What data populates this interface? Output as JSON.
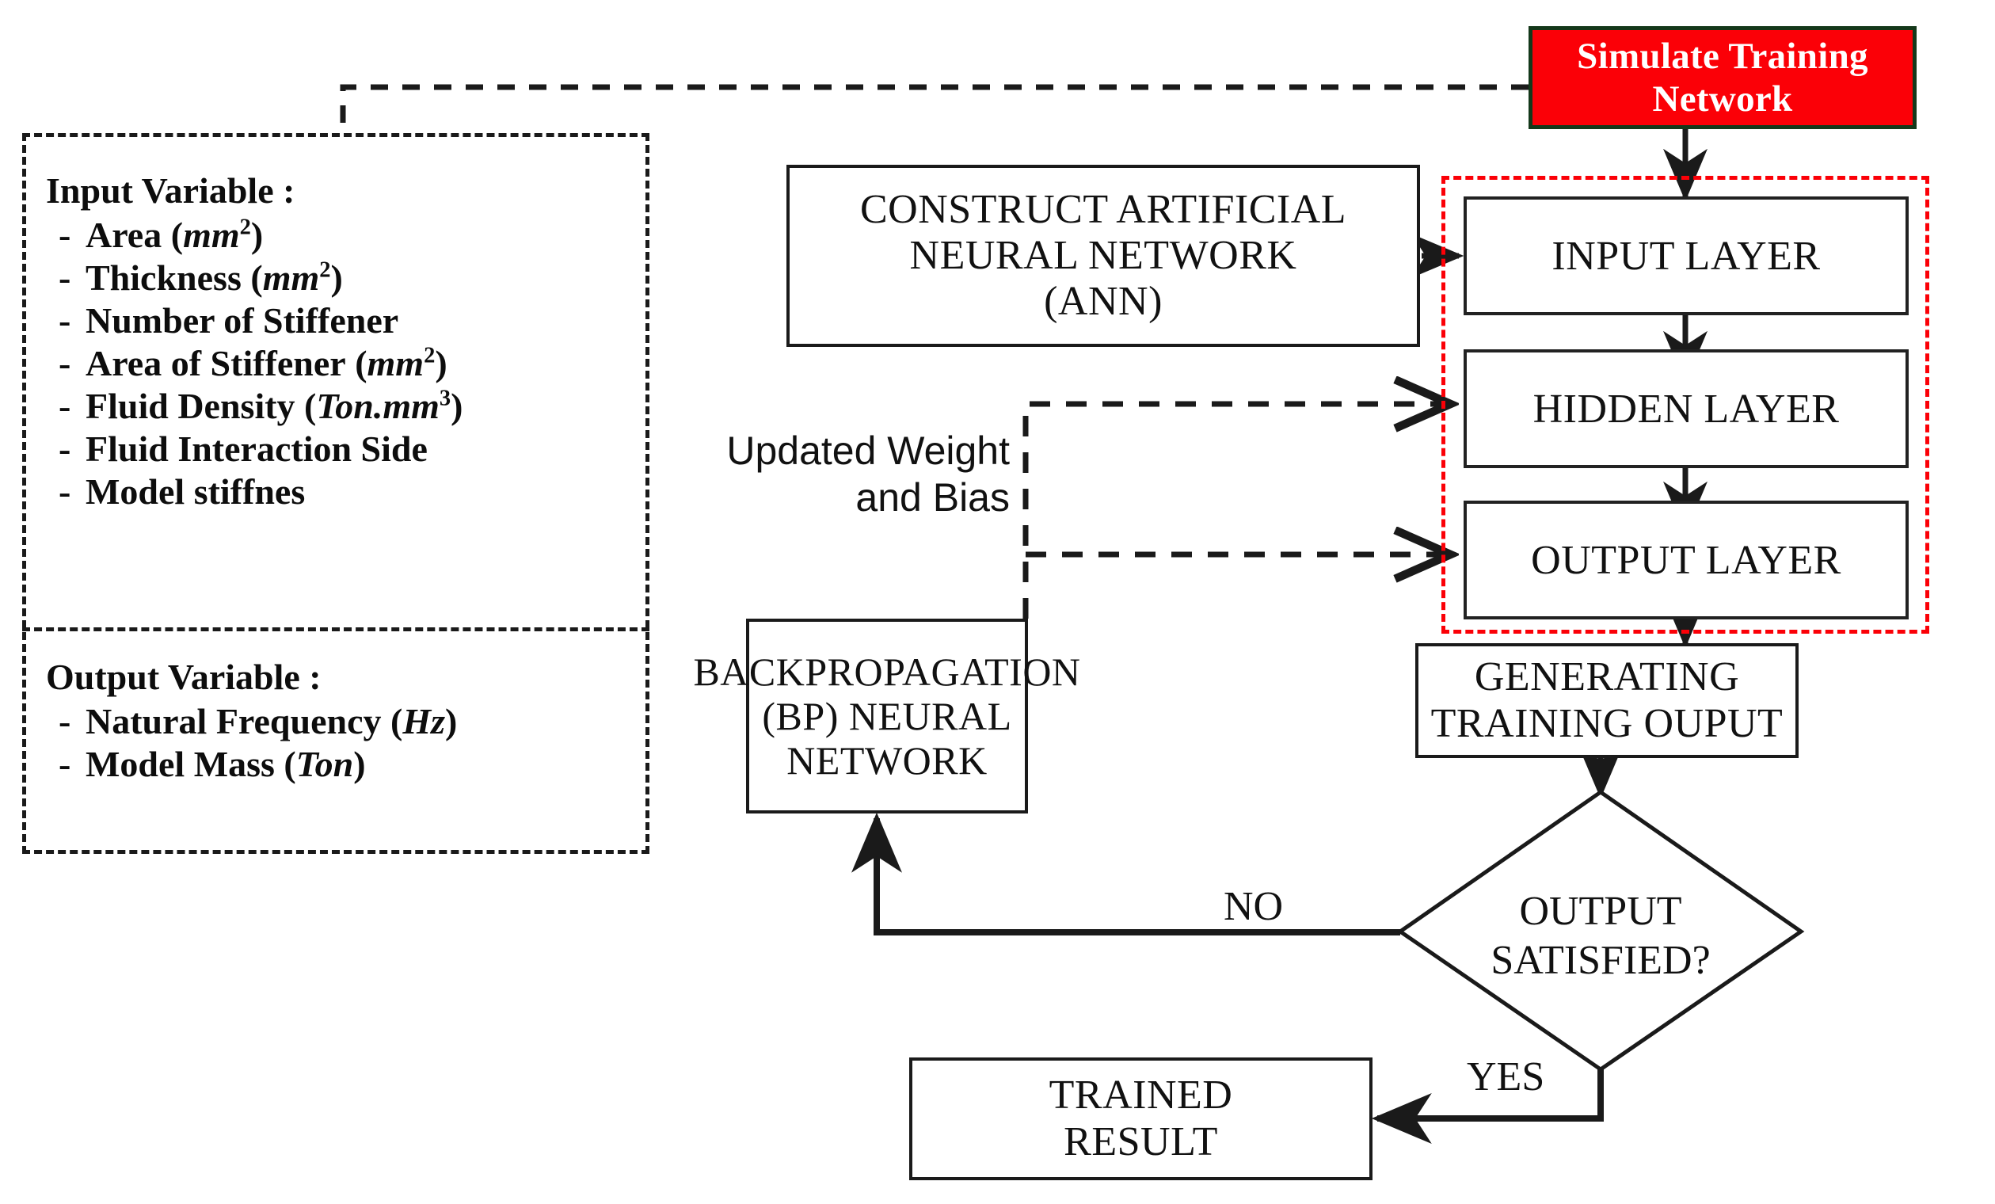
{
  "figure": {
    "type": "flowchart",
    "title": "Artificial Neural Network training flowchart"
  },
  "variables_panel": {
    "input_heading": "Input Variable :",
    "output_heading": "Output Variable :",
    "bullet": "-",
    "input_items": [
      {
        "name": "Area",
        "unit": "mm",
        "exponent": "2",
        "paren": true
      },
      {
        "name": "Thickness",
        "unit": "mm",
        "exponent": "2",
        "paren": true
      },
      {
        "name": "Number of Stiffener",
        "unit": "",
        "exponent": "",
        "paren": false
      },
      {
        "name": "Area of Stiffener",
        "unit": "mm",
        "exponent": "2",
        "paren": true
      },
      {
        "name": "Fluid Density",
        "unit": "Ton.mm",
        "exponent": "3",
        "paren": true
      },
      {
        "name": "Fluid Interaction Side",
        "unit": "",
        "exponent": "",
        "paren": false
      },
      {
        "name": "Model stiffnes",
        "unit": "",
        "exponent": "",
        "paren": false
      }
    ],
    "output_items": [
      {
        "name": "Natural Frequency",
        "unit": "Hz",
        "exponent": "",
        "paren": true
      },
      {
        "name": "Model Mass",
        "unit": "Ton",
        "exponent": "",
        "paren": true
      }
    ]
  },
  "nodes": {
    "simulate": {
      "label": "Simulate Training\nNetwork",
      "fill": "#fb0007",
      "text_color": "#ffffff",
      "border_color": "#14381a"
    },
    "construct_ann": {
      "label": "CONSTRUCT ARTIFICIAL\nNEURAL NETWORK\n(ANN)"
    },
    "input_layer": {
      "label": "INPUT LAYER"
    },
    "hidden_layer": {
      "label": "HIDDEN LAYER"
    },
    "output_layer": {
      "label": "OUTPUT LAYER"
    },
    "generating_output": {
      "label": "GENERATING\nTRAINING OUPUT"
    },
    "backpropagation": {
      "label": "BACKPROPAGATION\n(BP) NEURAL\nNETWORK"
    },
    "decision": {
      "label": "OUTPUT\nSATISFIED?"
    },
    "trained_result": {
      "label": "TRAINED\nRESULT"
    }
  },
  "edge_labels": {
    "updated_weight": "Updated Weight\nand Bias",
    "no": "NO",
    "yes": "YES"
  },
  "colors": {
    "accent_red": "#fb0007",
    "line_black": "#1a1a1a",
    "background": "#ffffff"
  }
}
